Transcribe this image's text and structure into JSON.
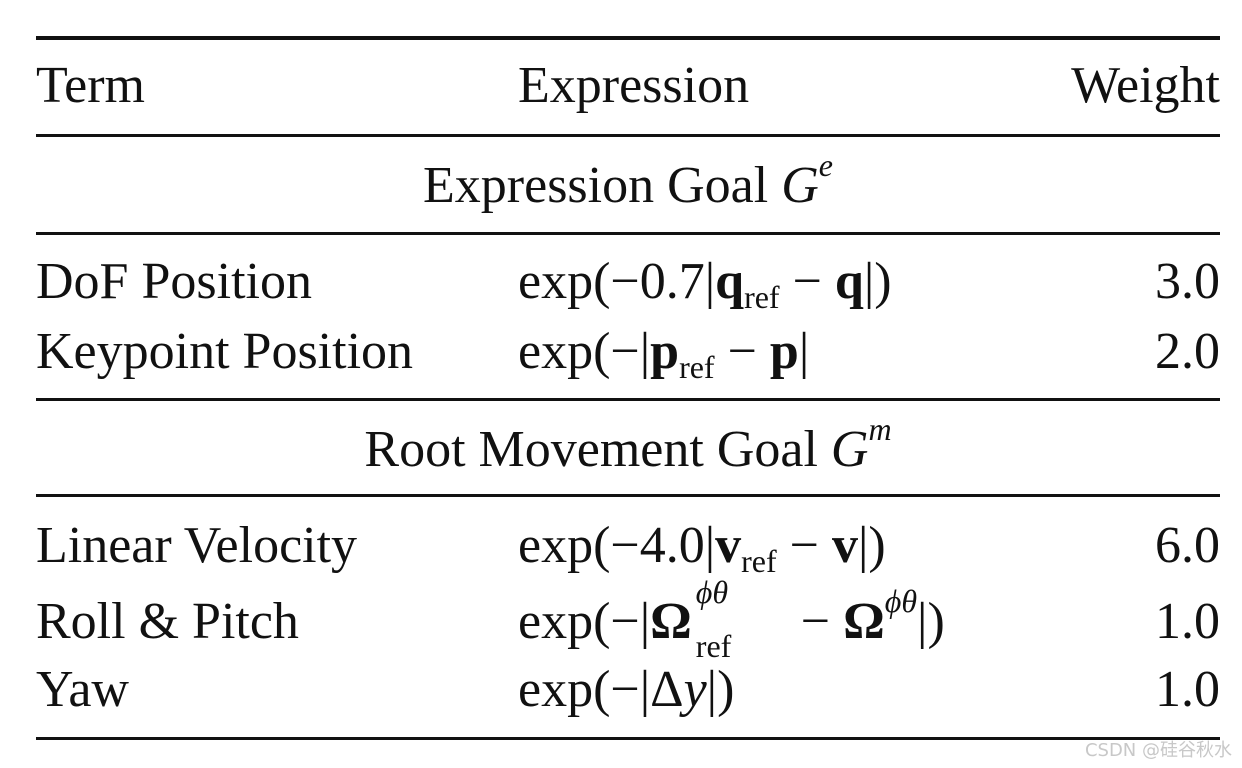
{
  "header": {
    "term": "Term",
    "expression": "Expression",
    "weight": "Weight"
  },
  "groups": [
    {
      "label": "Expression Goal",
      "symbol": "G",
      "superscript": "e",
      "rows": [
        {
          "term": "DoF Position",
          "expr_prefix": "exp(−0.7|",
          "var": "q",
          "sub": "ref",
          "mid": " − ",
          "var2": "q",
          "expr_suffix": "|)",
          "weight": "3.0"
        },
        {
          "term": "Keypoint Position",
          "expr_prefix": "exp(−|",
          "var": "p",
          "sub": "ref",
          "mid": " − ",
          "var2": "p",
          "expr_suffix": "|",
          "weight": "2.0"
        }
      ]
    },
    {
      "label": "Root Movement Goal",
      "symbol": "G",
      "superscript": "m",
      "rows": [
        {
          "term": "Linear Velocity",
          "expr_prefix": "exp(−4.0|",
          "var": "v",
          "sub": "ref",
          "mid": " − ",
          "var2": "v",
          "expr_suffix": "|)",
          "weight": "6.0"
        },
        {
          "term": "Roll & Pitch",
          "expr_prefix": "exp(−|",
          "var": "Ω",
          "sup": "ϕθ",
          "sub": "ref",
          "mid": " − ",
          "var2": "Ω",
          "sup2": "ϕθ",
          "expr_suffix": "|)",
          "weight": "1.0"
        },
        {
          "term": "Yaw",
          "expr_prefix": "exp(−|Δ",
          "var": "y",
          "expr_suffix": "|)",
          "weight": "1.0"
        }
      ]
    }
  ],
  "watermark": "CSDN @硅谷秋水"
}
